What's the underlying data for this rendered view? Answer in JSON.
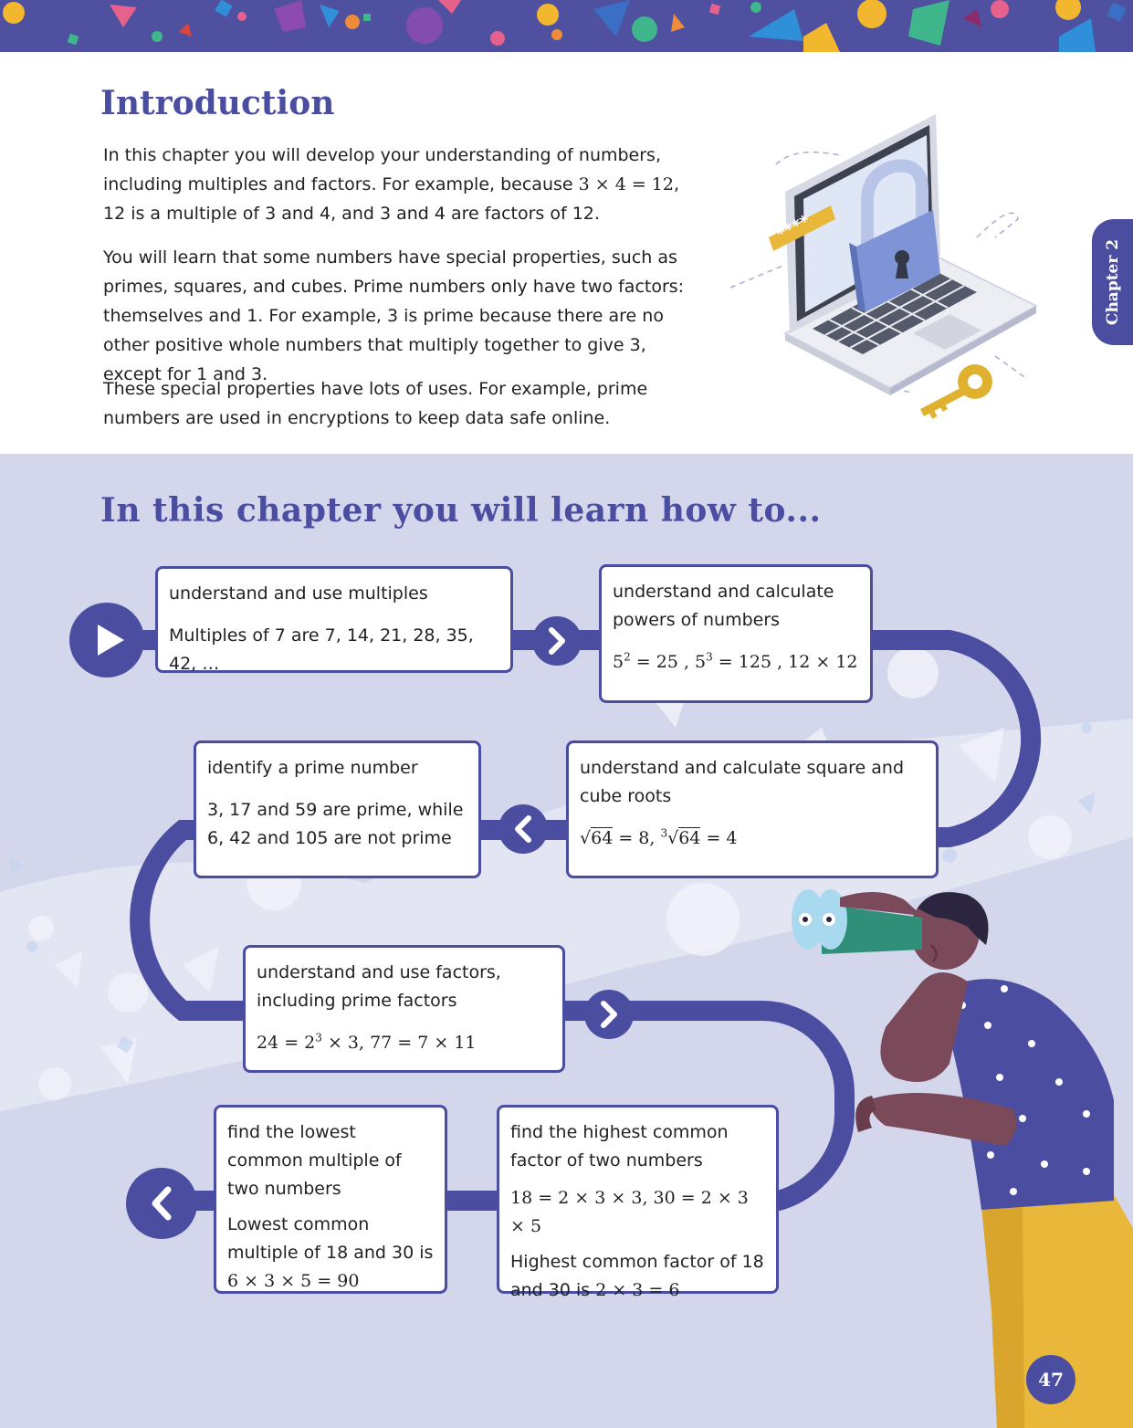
{
  "chapter_tab": "Chapter 2",
  "intro": {
    "heading": "Introduction",
    "p1_a": "In this chapter you will develop your understanding of numbers, including multiples and factors. For example, because ",
    "p1_math": "3 × 4 = 12",
    "p1_b": ", 12 is a multiple of 3 and 4, and 3 and 4 are factors of 12.",
    "p2": "You will learn that some numbers have special properties, such as primes, squares, and cubes. Prime numbers only have two factors: themselves and 1. For example, 3 is prime because there are no other positive whole numbers that multiply together to give 3, except for 1 and 3.",
    "p3": "These special properties have lots of uses. For example, prime numbers are used in encryptions to keep data safe online.",
    "password_mask": "****"
  },
  "learn": {
    "heading": "In this chapter you will learn how to...",
    "cards": {
      "multiples": {
        "title": "understand and use multiples",
        "example": "Multiples of 7 are 7, 14, 21, 28, 35, 42, …"
      },
      "powers": {
        "title": "understand and calculate powers of numbers",
        "ex_base1": "5",
        "ex_exp1": "2",
        "ex_val1": " = 25 , ",
        "ex_base2": "5",
        "ex_exp2": "3",
        "ex_val2": " = 125 , 12 × 12"
      },
      "roots": {
        "title": "understand and calculate square and cube roots",
        "ex_sqrt_arg": "64",
        "ex_sqrt_val": " = 8, ",
        "ex_cbrt_index": "3",
        "ex_cbrt_arg": "64",
        "ex_cbrt_val": " = 4"
      },
      "prime": {
        "title": "identify a prime number",
        "example": "3, 17 and 59 are prime, while 6, 42 and 105 are not prime"
      },
      "factors": {
        "title": "understand and use factors, including prime factors",
        "ex_a": "24 = 2",
        "ex_exp": "3",
        "ex_b": " × 3,  77 = 7 × 11"
      },
      "hcf": {
        "title": "find the highest common factor of two numbers",
        "ex1": "18 = 2 × 3 × 3,  30 = 2 × 3 × 5",
        "ex2_text": "Highest common factor of 18 and 30 is ",
        "ex2_math": "2 × 3 = 6"
      },
      "lcm": {
        "title": "find the lowest common multiple of two numbers",
        "ex_text": "Lowest common multiple of 18 and 30 is",
        "ex_math": "6 × 3 × 5 = 90"
      }
    }
  },
  "page_number": "47",
  "colors": {
    "brand": "#4b4ea0",
    "section_bg": "#d4d6ec",
    "skin": "#7a4a5a",
    "shirt": "#4b4ea0",
    "trousers": "#e9b83a",
    "binoculars": "#2f8f78"
  }
}
